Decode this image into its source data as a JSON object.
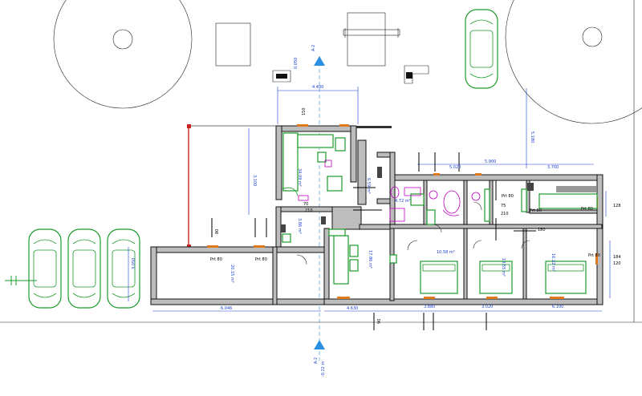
{
  "colors": {
    "dimension": "#1a3fd0",
    "furniture": "#1b9a2a",
    "plumbing": "#c000c0",
    "wall_fill": "#bdbdbd",
    "section_marker": "#2a8fe0",
    "opening": "#e07a20"
  },
  "section_marks": {
    "top_label": "A-2",
    "top_level": "0.050",
    "bottom_label": "A-2",
    "bottom_level": "-0.22 m"
  },
  "top_dims": {
    "d1": "4.400",
    "d2": "5.180",
    "d3": "5.900",
    "d4": "3.700",
    "d5": "5.020"
  },
  "side_dims": {
    "left_3_100": "3.100",
    "garage_side": "3.050"
  },
  "bottom_dims": {
    "b1": "6.046",
    "b2": "4.630",
    "b3": "3.880",
    "b4": "3.020",
    "b5": "6.100"
  },
  "room_labels": {
    "r_living": "34.09 m²",
    "r_garage": "20.15 m²",
    "r_kitchen": "17.86 m²",
    "r_bed1": "10.58 m²",
    "r_bed2": "13.55 m²",
    "r_bed3": "16.22 m²",
    "r_hall": "6.59 m²",
    "r_bath": "4.72 m²",
    "r_store": "3.86 m²"
  },
  "openings": {
    "p1": "Prt 80",
    "p2": "Prt 80",
    "p3": "Prt 80",
    "p4": "Prt 80",
    "p5": "Prt 80",
    "p6": "Prt 80"
  },
  "small_codes": {
    "c70": "70",
    "c180": "180",
    "c150": "150",
    "c210a": "210",
    "c210b": "210",
    "c75": "75",
    "c128": "128",
    "c184": "184",
    "c120": "120",
    "c80": "80",
    "c90": "90"
  },
  "car_count": 4
}
